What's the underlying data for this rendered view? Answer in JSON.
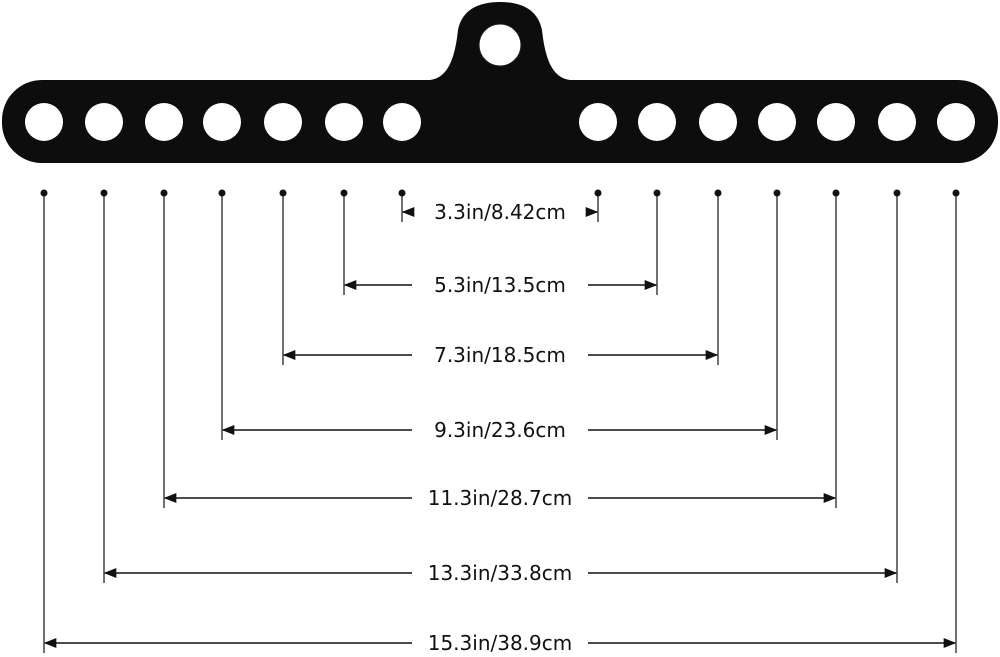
{
  "colors": {
    "bar_fill": "#0d0d0d",
    "hole_fill": "#ffffff",
    "line_color": "#111111",
    "background": "#ffffff"
  },
  "holes": {
    "left_count": 7,
    "right_count": 7,
    "hanger_hole": true
  },
  "dimensions": [
    {
      "label": "3.3in/8.42cm",
      "inner_hole_index": 6
    },
    {
      "label": "5.3in/13.5cm",
      "inner_hole_index": 5
    },
    {
      "label": "7.3in/18.5cm",
      "inner_hole_index": 4
    },
    {
      "label": "9.3in/23.6cm",
      "inner_hole_index": 3
    },
    {
      "label": "11.3in/28.7cm",
      "inner_hole_index": 2
    },
    {
      "label": "13.3in/33.8cm",
      "inner_hole_index": 1
    },
    {
      "label": "15.3in/38.9cm",
      "inner_hole_index": 0
    }
  ]
}
